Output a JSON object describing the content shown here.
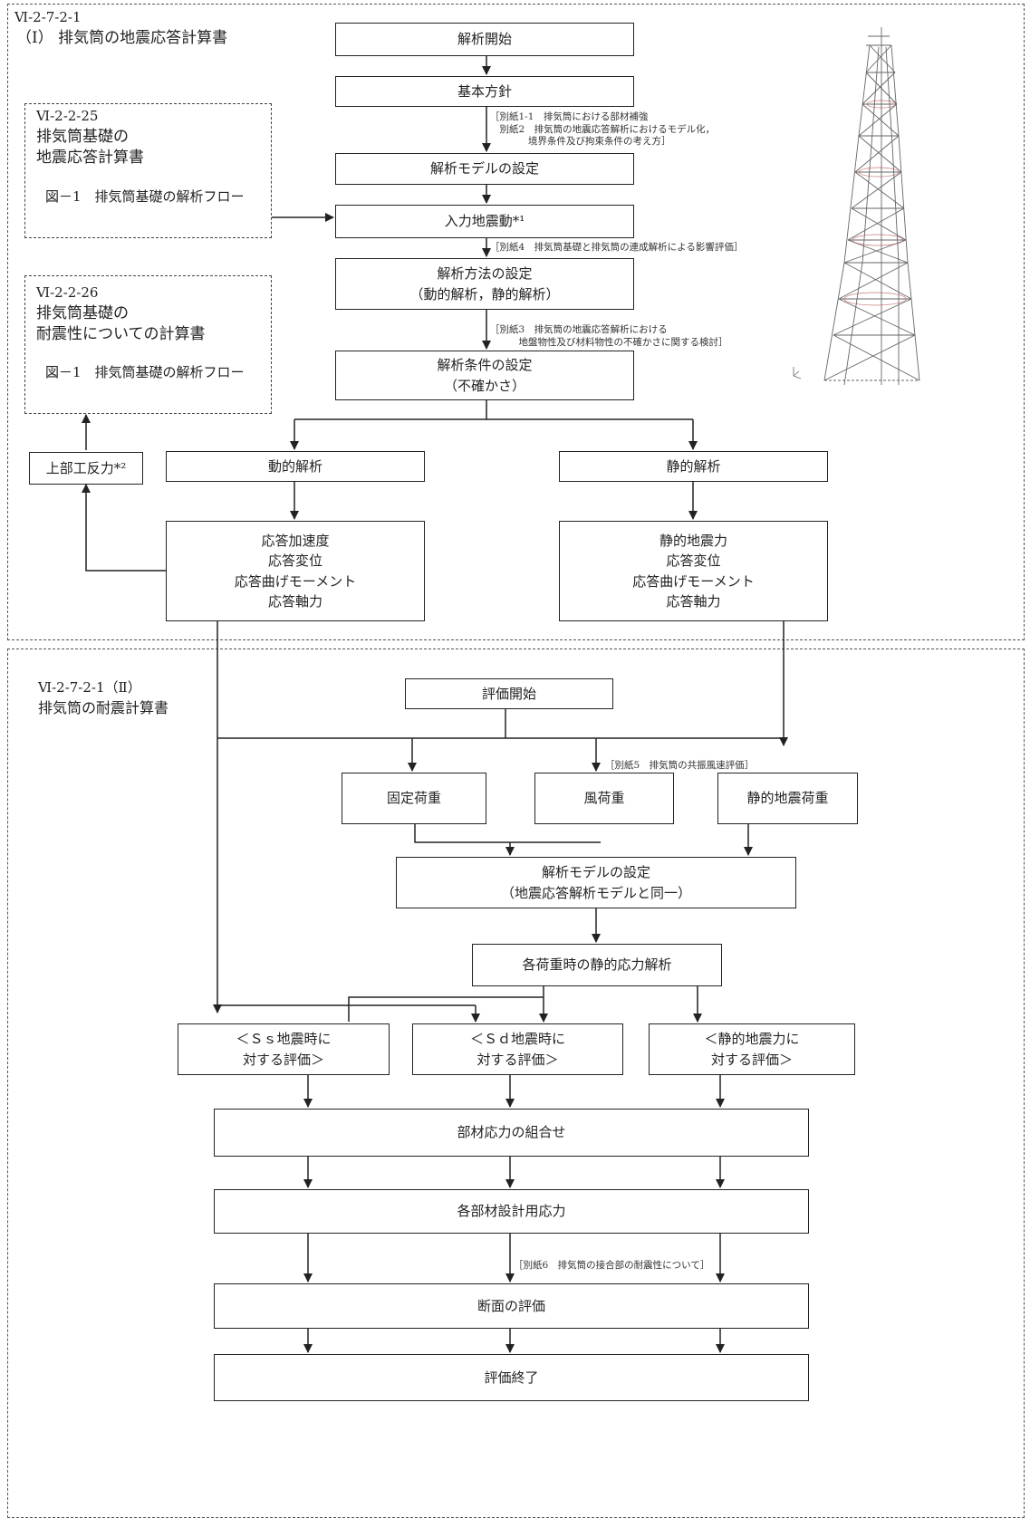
{
  "section1": {
    "id": "Ⅵ-2-7-2-1",
    "title": "（Ⅰ） 排気筒の地震応答計算書"
  },
  "ref1": {
    "id": "Ⅵ-2-2-25",
    "line1": "排気筒基礎の",
    "line2": "地震応答計算書",
    "fig": "図－1　排気筒基礎の解析フロー"
  },
  "ref2": {
    "id": "Ⅵ-2-2-26",
    "line1": "排気筒基礎の",
    "line2": "耐震性についての計算書",
    "fig": "図－1　排気筒基礎の解析フロー"
  },
  "flow1": {
    "start": "解析開始",
    "policy": "基本方針",
    "model": "解析モデルの設定",
    "input": "入力地震動*¹",
    "method": "解析方法の設定\n（動的解析，静的解析）",
    "condition": "解析条件の設定\n（不確かさ）",
    "dynamic": "動的解析",
    "static": "静的解析",
    "reaction": "上部工反力*²",
    "dynamic_result": "応答加速度\n応答変位\n応答曲げモーメント\n応答軸力",
    "static_result": "静的地震力\n応答変位\n応答曲げモーメント\n応答軸力"
  },
  "notes": {
    "n1": "［別紙1-1　排気筒における部材補強\n　別紙2　排気筒の地震応答解析におけるモデル化，\n　　　　境界条件及び拘束条件の考え方］",
    "n2": "［別紙4　排気筒基礎と排気筒の連成解析による影響評価］",
    "n3": "［別紙3　排気筒の地震応答解析における\n　　　地盤物性及び材料物性の不確かさに関する検討］",
    "n4": "［別紙5　排気筒の共振風速評価］",
    "n5": "［別紙6　排気筒の接合部の耐震性について］"
  },
  "section2": {
    "id": "Ⅵ-2-7-2-1（Ⅱ）",
    "title": "排気筒の耐震計算書"
  },
  "flow2": {
    "start": "評価開始",
    "fixed": "固定荷重",
    "wind": "風荷重",
    "static_load": "静的地震荷重",
    "model": "解析モデルの設定\n（地震応答解析モデルと同一）",
    "stress": "各荷重時の静的応力解析",
    "ss": "＜Ｓｓ地震時に\n対する評価＞",
    "sd": "＜Ｓｄ地震時に\n対する評価＞",
    "st": "＜静的地震力に\n対する評価＞",
    "combine": "部材応力の組合せ",
    "design": "各部材設計用応力",
    "section": "断面の評価",
    "end": "評価終了"
  }
}
